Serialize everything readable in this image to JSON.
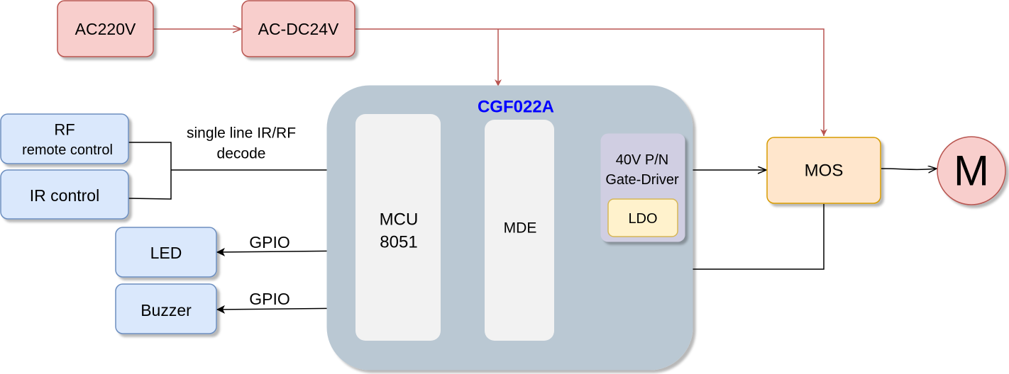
{
  "blocks": {
    "ac220v": {
      "label": "AC220V"
    },
    "acdc24v": {
      "label": "AC-DC24V"
    },
    "rf": {
      "line1": "RF",
      "line2": "remote control"
    },
    "ir": {
      "label": "IR control"
    },
    "led": {
      "label": "LED"
    },
    "buzzer": {
      "label": "Buzzer"
    },
    "chip": {
      "label": "CGF022A"
    },
    "mcu": {
      "line1": "MCU",
      "line2": "8051"
    },
    "mde": {
      "label": "MDE"
    },
    "gate_driver": {
      "line1": "40V P/N",
      "line2": "Gate-Driver"
    },
    "ldo": {
      "label": "LDO"
    },
    "mos": {
      "label": "MOS"
    },
    "motor": {
      "label": "M"
    }
  },
  "edge_labels": {
    "decode_line1": "single line IR/RF",
    "decode_line2": "decode",
    "gpio_led": "GPIO",
    "gpio_buzzer": "GPIO"
  },
  "colors": {
    "power_fill": "#f8cecc",
    "power_stroke": "#b85450",
    "input_fill": "#dae8fc",
    "input_stroke": "#6c8ebf",
    "chip_fill": "#bac8d3",
    "chip_title": "#0000ff",
    "inner_fill": "#f2f2f2",
    "driver_fill": "#d0cee2",
    "ldo_fill": "#fff2cc",
    "ldo_stroke": "#d6b656",
    "mos_fill": "#ffe6cc",
    "mos_stroke": "#d79b00",
    "motor_fill": "#f8cecc"
  }
}
